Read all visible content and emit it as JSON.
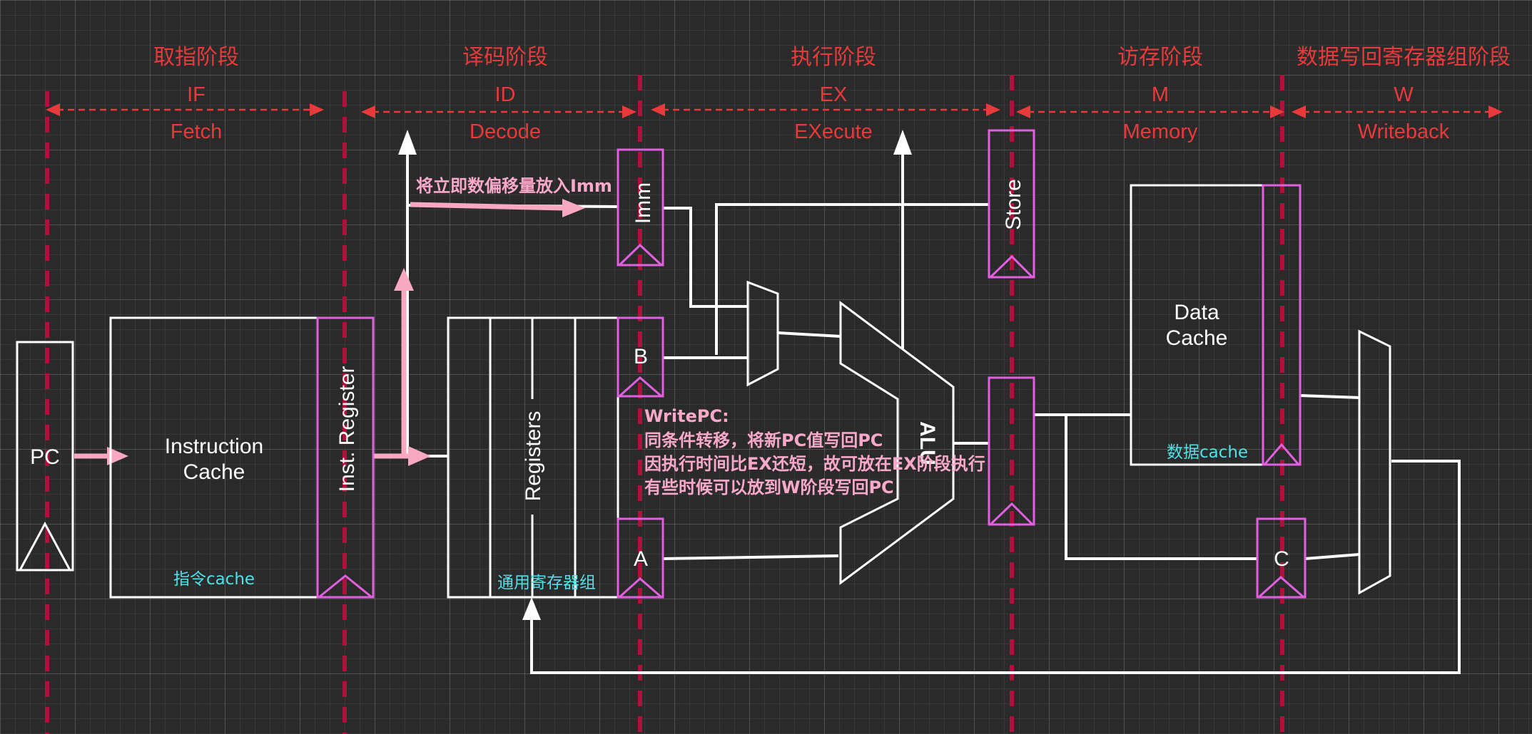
{
  "stages": [
    {
      "title": "取指阶段",
      "abbr": "IF",
      "name": "Fetch"
    },
    {
      "title": "译码阶段",
      "abbr": "ID",
      "name": "Decode"
    },
    {
      "title": "执行阶段",
      "abbr": "EX",
      "name": "EXecute"
    },
    {
      "title": "访存阶段",
      "abbr": "M",
      "name": "Memory"
    },
    {
      "title": "数据写回寄存器组阶段",
      "abbr": "W",
      "name": "Writeback"
    }
  ],
  "blocks": {
    "pc": "PC",
    "icache_line1": "Instruction",
    "icache_line2": "Cache",
    "icache_caption": "指令cache",
    "inst_register": "Inst. Register",
    "registers": "Registers",
    "registers_caption": "通用寄存器组",
    "imm": "Imm",
    "b": "B",
    "a": "A",
    "alu": "ALU",
    "store": "Store",
    "dcache_line1": "Data",
    "dcache_line2": "Cache",
    "dcache_caption": "数据cache",
    "c": "C"
  },
  "notes": {
    "imm_note": "将立即数偏移量放入Imm",
    "writepc_title": "WritePC:",
    "writepc_line1": "同条件转移，将新PC值写回PC",
    "writepc_line2": "因执行时间比EX还短，故可放在EX阶段执行",
    "writepc_line3": "有些时候可以放到W阶段写回PC"
  },
  "colors": {
    "background": "#2a2a2a",
    "stage_text": "#e83a3a",
    "separator": "#b0103c",
    "latch": "#e060e0",
    "wire": "#ffffff",
    "highlight_wire": "#f8a8c0",
    "caption": "#4fe0e8",
    "note": "#f8a8c8"
  }
}
